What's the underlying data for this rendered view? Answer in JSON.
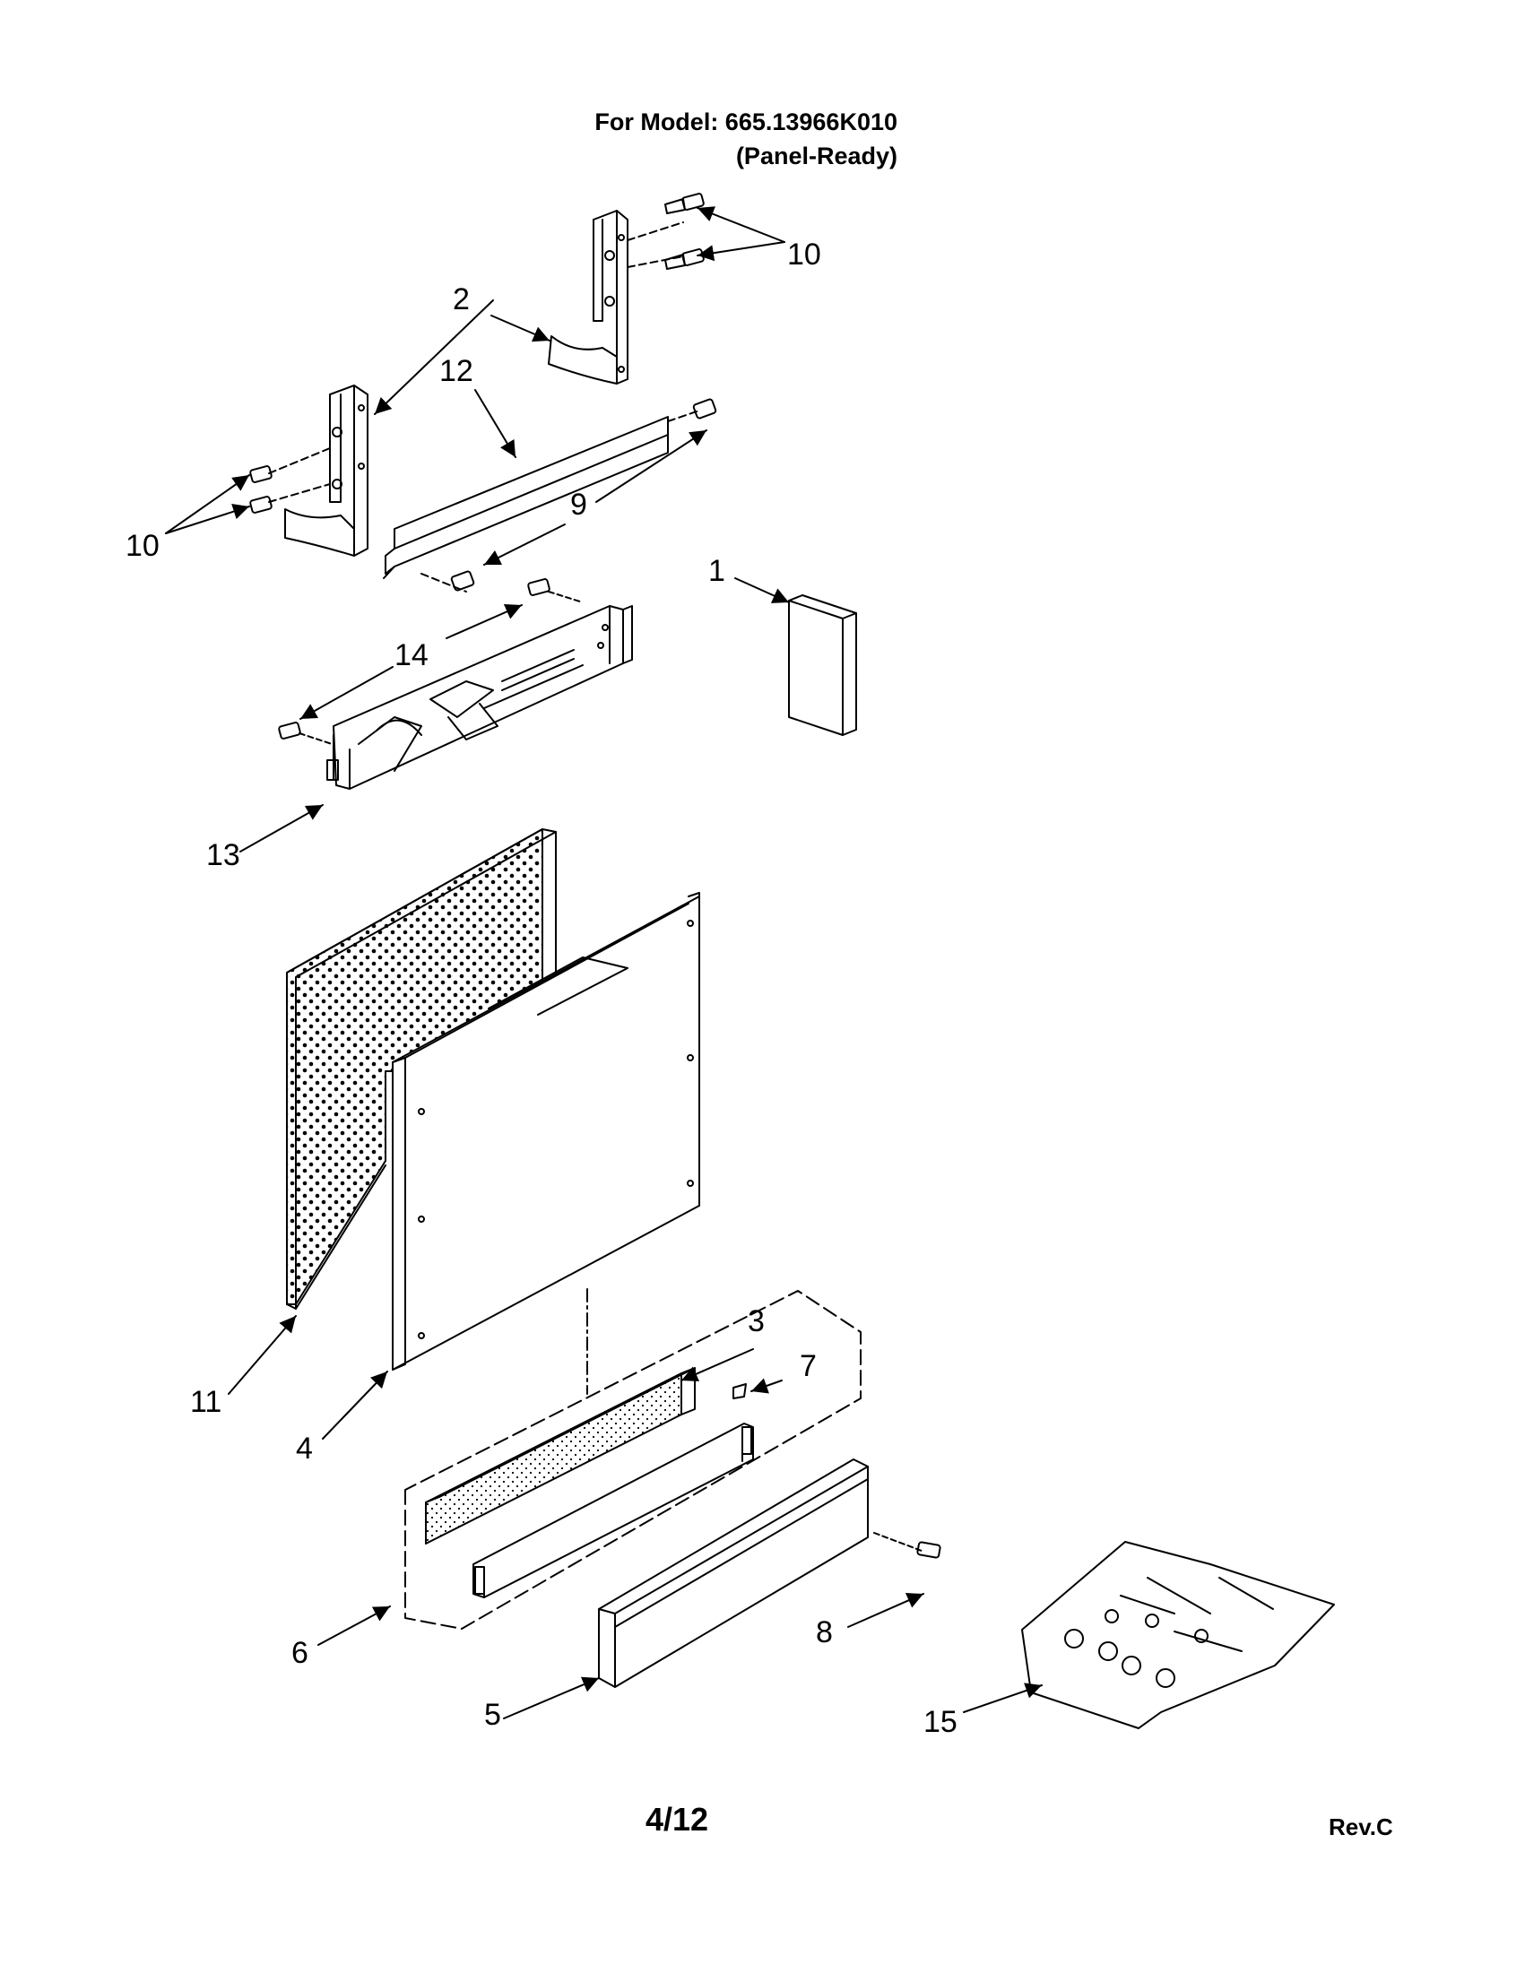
{
  "header": {
    "model_line": "For Model: 665.13966K010",
    "variant_line": "(Panel-Ready)"
  },
  "footer": {
    "page_number": "4/12",
    "revision": "Rev.C"
  },
  "callouts": [
    "1",
    "2",
    "3",
    "4",
    "5",
    "6",
    "7",
    "8",
    "9",
    "10",
    "10",
    "11",
    "12",
    "13",
    "14",
    "15"
  ]
}
